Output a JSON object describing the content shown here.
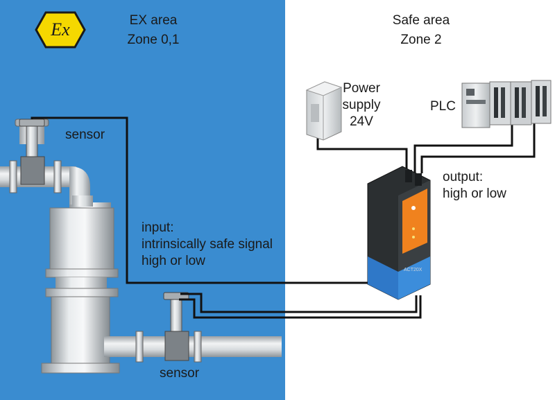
{
  "zones": {
    "ex": {
      "title": "EX area",
      "subtitle": "Zone 0,1",
      "color": "#3a8cd0"
    },
    "safe": {
      "title": "Safe area",
      "subtitle": "Zone 2",
      "color": "#ffffff"
    }
  },
  "ex_symbol": {
    "text": "Ex",
    "color": "#f5d800"
  },
  "devices": {
    "power_supply": {
      "line1": "Power",
      "line2": "supply",
      "line3": "24V"
    },
    "plc": {
      "label": "PLC"
    },
    "isolator": {
      "model": "ACT20X"
    }
  },
  "sensors": {
    "top": {
      "label": "sensor"
    },
    "bottom": {
      "label": "sensor"
    }
  },
  "input": {
    "line1": "input:",
    "line2": "intrinsically safe signal",
    "line3": "high or low"
  },
  "output": {
    "line1": "output:",
    "line2": "high or low"
  }
}
